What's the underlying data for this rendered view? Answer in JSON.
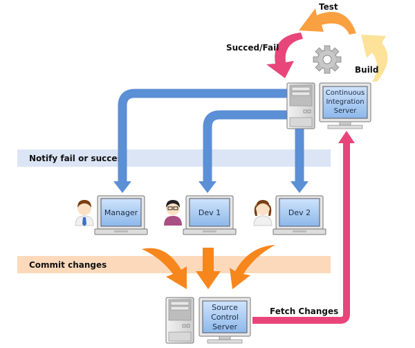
{
  "labels": {
    "test": "Test",
    "succeed_fail": "Succed/Fail",
    "build": "Build",
    "notify": "Notify fail or success",
    "commit": "Commit changes",
    "fetch": "Fetch Changes"
  },
  "ci_server": {
    "lines": [
      "Continuous",
      "Integration",
      "Server"
    ]
  },
  "source_server": {
    "lines": [
      "Source",
      "Control",
      "Server"
    ]
  },
  "laptops": [
    {
      "label": "Manager",
      "person": "manager"
    },
    {
      "label": "Dev 1",
      "person": "developer-glasses"
    },
    {
      "label": "Dev 2",
      "person": "developer-female"
    }
  ],
  "colors": {
    "notify_arrows": "#5b8fd6",
    "notify_band": "#dbe5f5",
    "commit_band": "#fcd9bb",
    "commit_arrows": "#f7861c",
    "fetch_arrow": "#e8457a",
    "test_arrow": "#f9a040",
    "build_arrow": "#fde29a",
    "succeed_arrow": "#e8457a"
  }
}
